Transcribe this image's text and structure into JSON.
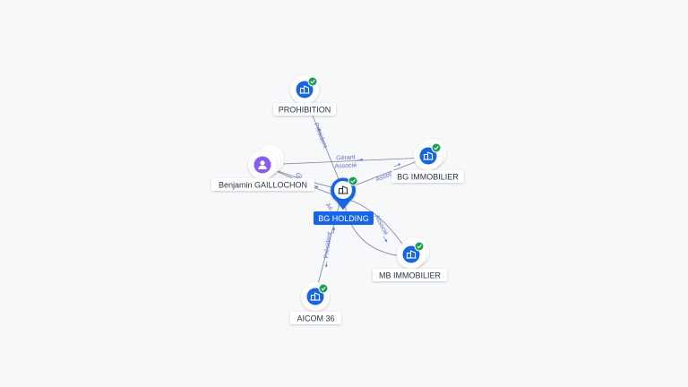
{
  "graph": {
    "center": {
      "label": "BG HOLDING",
      "verified": true
    },
    "nodes": [
      {
        "id": "prohibition",
        "label": "PROHIBITION",
        "kind": "company",
        "verified": true
      },
      {
        "id": "bg-immobilier",
        "label": "BG IMMOBILIER",
        "kind": "company",
        "verified": true
      },
      {
        "id": "mb-immobilier",
        "label": "MB IMMOBILIER",
        "kind": "company",
        "verified": true
      },
      {
        "id": "aicom-36",
        "label": "AICOM 36",
        "kind": "company",
        "verified": true
      },
      {
        "id": "benjamin-gaillochon",
        "label": "Benjamin GAILLOCHON",
        "kind": "person",
        "verified": false
      }
    ],
    "edge_labels": {
      "president_top": "Président",
      "gerant": "Gérant",
      "associe_top": "Associé",
      "associe_right": "Associé",
      "gi_partial": "Gi",
      "as_partial": "As",
      "associe_lower": "Associé",
      "president_bottom": "Président"
    },
    "colors": {
      "accent": "#1565e6",
      "verified": "#1e9e55",
      "person": "#8a5cf0",
      "edge": "#7b8190",
      "edge_label": "#5b6fd6"
    },
    "icons": {
      "company": "building-icon",
      "person": "user-icon",
      "verified": "check-badge-icon"
    }
  }
}
